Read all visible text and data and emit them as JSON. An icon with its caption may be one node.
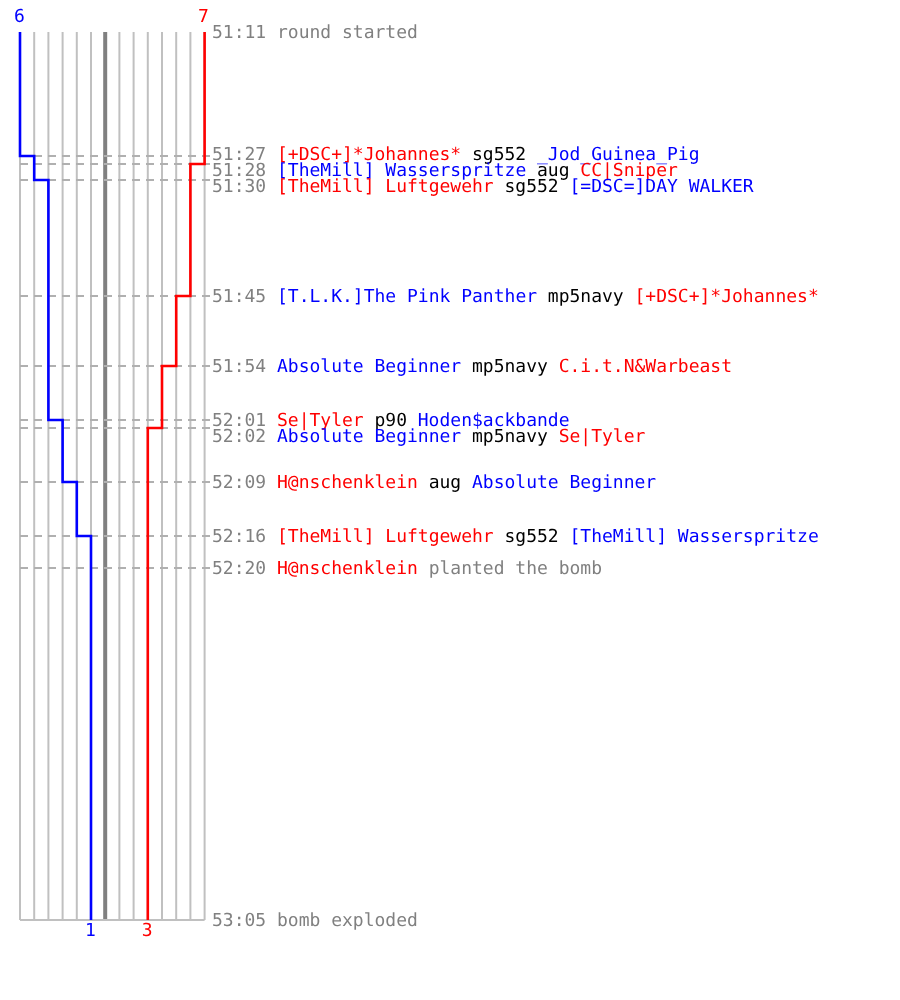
{
  "diagram": {
    "labels": [
      "6",
      "7",
      "51:11",
      "round started",
      "51:27",
      "[+DSC+]*Johannes*",
      "sg552",
      "_Jod_Guinea_Pig",
      "51:28",
      "[TheMill] Wasserspritze",
      "aug",
      "CC|Sniper",
      "51:30",
      "[TheMill] Luftgewehr",
      "sg552",
      "[=DSC=]DAY WALKER",
      "51:45",
      "[T.L.K.]The Pink Panther",
      "mp5navy",
      "[+DSC+]*Johannes*",
      "51:54",
      "Absolute Beginner",
      "mp5navy",
      "C.i.t.N&Warbeast",
      "52:01",
      "Se|Tyler",
      "p90",
      "Hoden$ackbande",
      "52:02",
      "Absolute Beginner",
      "mp5navy",
      "Se|Tyler",
      "52:09",
      "H@nschenklein",
      "aug",
      "Absolute Beginner",
      "52:16",
      "[TheMill] Luftgewehr",
      "sg552",
      "[TheMill] Wasserspritze",
      "52:20",
      "H@nschenklein",
      "planted the bomb",
      "53:05",
      "bomb exploded",
      "1",
      "3"
    ]
  }
}
